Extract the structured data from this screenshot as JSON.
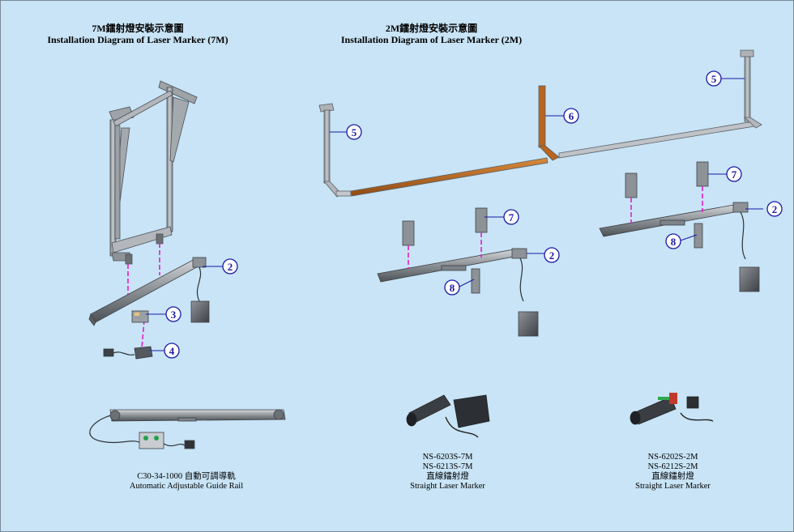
{
  "titles": {
    "left_cn": "7M鐳射燈安裝示意圖",
    "left_en": "Installation Diagram of Laser Marker (7M)",
    "right_cn": "2M鐳射燈安裝示意圖",
    "right_en": "Installation Diagram of Laser Marker (2M)"
  },
  "callouts": {
    "c2": "2",
    "c3": "3",
    "c4": "4",
    "c5": "5",
    "c6": "6",
    "c7": "7",
    "c8": "8"
  },
  "captions": {
    "rail_line1": "C30-34-1000  自動可調導軌",
    "rail_line2": "Automatic Adjustable Guide Rail",
    "ns7_line1": "NS-6203S-7M",
    "ns7_line2": "NS-6213S-7M",
    "ns7_line3": "直線鐳射燈",
    "ns7_line4": "Straight Laser Marker",
    "ns2_line1": "NS-6202S-2M",
    "ns2_line2": "NS-6212S-2M",
    "ns2_line3": "直線鐳射燈",
    "ns2_line4": "Straight Laser Marker"
  },
  "colors": {
    "background": "#c8e4f6",
    "callout": "#1a1aa8",
    "laser_beam": "#e020c8",
    "rod_orange": "#b8651f",
    "metal": "#a9aeb3"
  }
}
